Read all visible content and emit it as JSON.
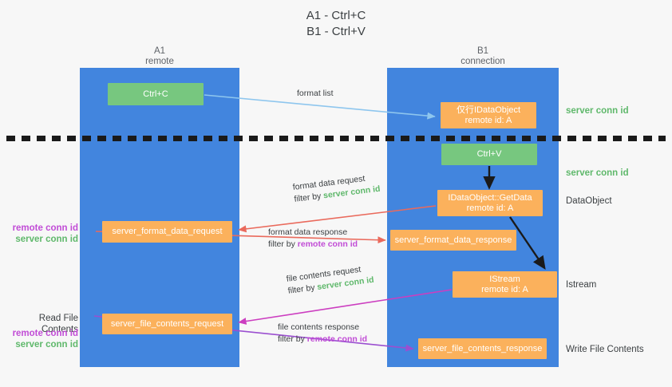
{
  "title": {
    "line1": "A1 - Ctrl+C",
    "line2": "B1 - Ctrl+V"
  },
  "columns": [
    {
      "name": "A1",
      "sub": "remote"
    },
    {
      "name": "B1",
      "sub": "connection"
    }
  ],
  "boxes": {
    "ctrl_c": {
      "l1": "Ctrl+C",
      "l2": ""
    },
    "idataobject": {
      "l1": "仅行IDataObject",
      "l2": "remote id: A"
    },
    "ctrl_v": {
      "l1": "Ctrl+V",
      "l2": ""
    },
    "idataobject_getdata": {
      "l1": "IDataObject::GetData",
      "l2": "remote id: A"
    },
    "server_format_data_request": {
      "l1": "server_format_data_request",
      "l2": ""
    },
    "server_format_data_response": {
      "l1": "server_format_data_response",
      "l2": ""
    },
    "istream": {
      "l1": "IStream",
      "l2": "remote id: A"
    },
    "server_file_contents_request": {
      "l1": "server_file_contents_request",
      "l2": ""
    },
    "server_file_contents_response": {
      "l1": "server_file_contents_response",
      "l2": ""
    }
  },
  "edges": {
    "format_list": {
      "main": "format list",
      "filter_prefix": "",
      "filter_id": ""
    },
    "format_data_req": {
      "main": "format data request",
      "filter_prefix": "filter by ",
      "filter_id": "server conn id"
    },
    "format_data_resp": {
      "main": "format data response",
      "filter_prefix": "filter by ",
      "filter_id": "remote conn id"
    },
    "file_contents_req": {
      "main": "file contents request",
      "filter_prefix": "filter by ",
      "filter_id": "server conn id"
    },
    "file_contents_resp": {
      "main": "file contents response",
      "filter_prefix": "filter by ",
      "filter_id": "remote conn id"
    }
  },
  "right_labels": {
    "server_conn_id_1": "server conn id",
    "server_conn_id_2": "server conn id",
    "dataobject": "DataObject",
    "istream": "Istream",
    "write_file_contents": "Write File Contents"
  },
  "left_labels": {
    "remote_conn_id_1": "remote conn id",
    "server_conn_id_1": "server conn id",
    "read_file_contents": "Read File Contents",
    "remote_conn_id_2": "remote conn id",
    "server_conn_id_2": "server conn id"
  },
  "colors": {
    "lane": "#4285de",
    "green_box": "#77c77f",
    "orange_box": "#fbb15c",
    "green_text": "#5fb86b",
    "purple_text": "#c14cd6",
    "red_arrow": "#ea6a5c",
    "blue_arrow": "#8ec6ee",
    "magenta_arrow": "#cc3ec0",
    "purple_arrow": "#9b4fd0",
    "black_arrow": "#1a1a1a",
    "background": "#f7f7f7"
  }
}
